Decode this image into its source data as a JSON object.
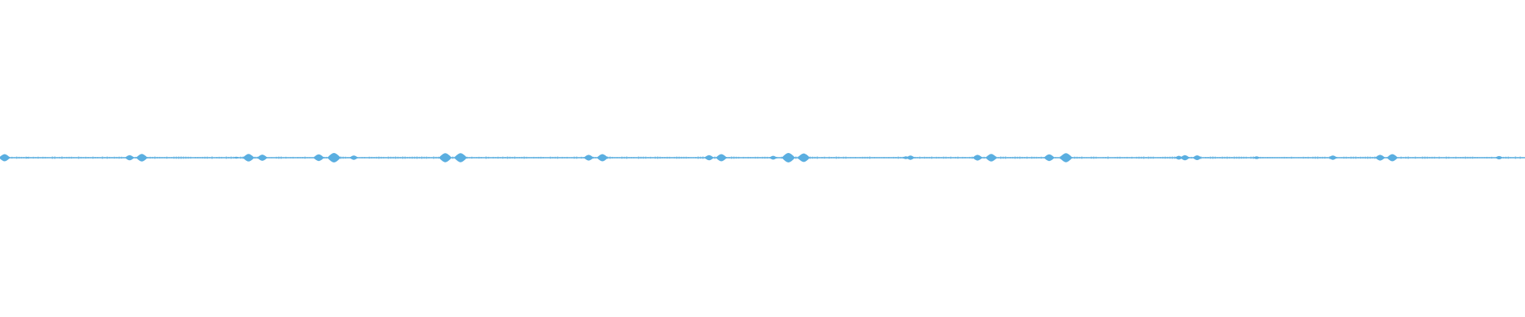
{
  "waveform": {
    "color": "#5aaee0",
    "background": "#ffffff",
    "peak_amplitude": 1.0,
    "bursts": [
      {
        "position": 0.003,
        "amplitude": 0.75
      },
      {
        "position": 0.018,
        "amplitude": 0.15
      },
      {
        "position": 0.085,
        "amplitude": 0.55
      },
      {
        "position": 0.093,
        "amplitude": 0.8
      },
      {
        "position": 0.155,
        "amplitude": 0.2
      },
      {
        "position": 0.163,
        "amplitude": 0.8
      },
      {
        "position": 0.172,
        "amplitude": 0.65
      },
      {
        "position": 0.209,
        "amplitude": 0.7
      },
      {
        "position": 0.219,
        "amplitude": 1.0
      },
      {
        "position": 0.232,
        "amplitude": 0.45
      },
      {
        "position": 0.292,
        "amplitude": 0.95
      },
      {
        "position": 0.302,
        "amplitude": 0.95
      },
      {
        "position": 0.386,
        "amplitude": 0.6
      },
      {
        "position": 0.395,
        "amplitude": 0.75
      },
      {
        "position": 0.465,
        "amplitude": 0.55
      },
      {
        "position": 0.473,
        "amplitude": 0.75
      },
      {
        "position": 0.507,
        "amplitude": 0.4
      },
      {
        "position": 0.517,
        "amplitude": 1.0
      },
      {
        "position": 0.527,
        "amplitude": 0.9
      },
      {
        "position": 0.594,
        "amplitude": 0.3
      },
      {
        "position": 0.597,
        "amplitude": 0.45
      },
      {
        "position": 0.641,
        "amplitude": 0.6
      },
      {
        "position": 0.65,
        "amplitude": 0.8
      },
      {
        "position": 0.688,
        "amplitude": 0.7
      },
      {
        "position": 0.699,
        "amplitude": 0.95
      },
      {
        "position": 0.773,
        "amplitude": 0.4
      },
      {
        "position": 0.777,
        "amplitude": 0.55
      },
      {
        "position": 0.785,
        "amplitude": 0.5
      },
      {
        "position": 0.824,
        "amplitude": 0.3
      },
      {
        "position": 0.874,
        "amplitude": 0.45
      },
      {
        "position": 0.905,
        "amplitude": 0.6
      },
      {
        "position": 0.913,
        "amplitude": 0.75
      },
      {
        "position": 0.983,
        "amplitude": 0.35
      }
    ]
  }
}
